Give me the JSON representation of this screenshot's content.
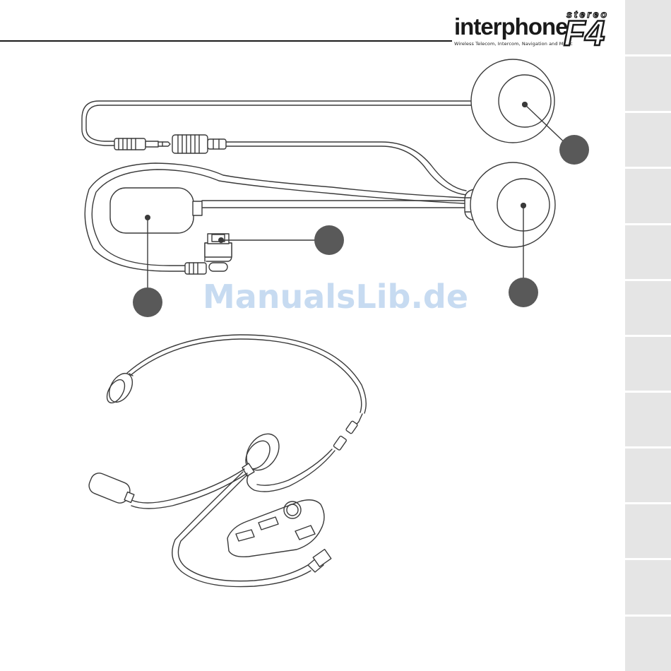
{
  "header": {
    "brand": "interphone",
    "model": "F4",
    "stereo": "stereo",
    "tagline": "Wireless Telecom, Intercom, Navigation and Music"
  },
  "watermark": "ManualsLib.de",
  "side_tabs_count": 12,
  "colors": {
    "tab_gray": "#e5e5e5",
    "callout_gray": "#595959",
    "line": "#3a3a3a",
    "watermark": "#c7dbf1"
  }
}
